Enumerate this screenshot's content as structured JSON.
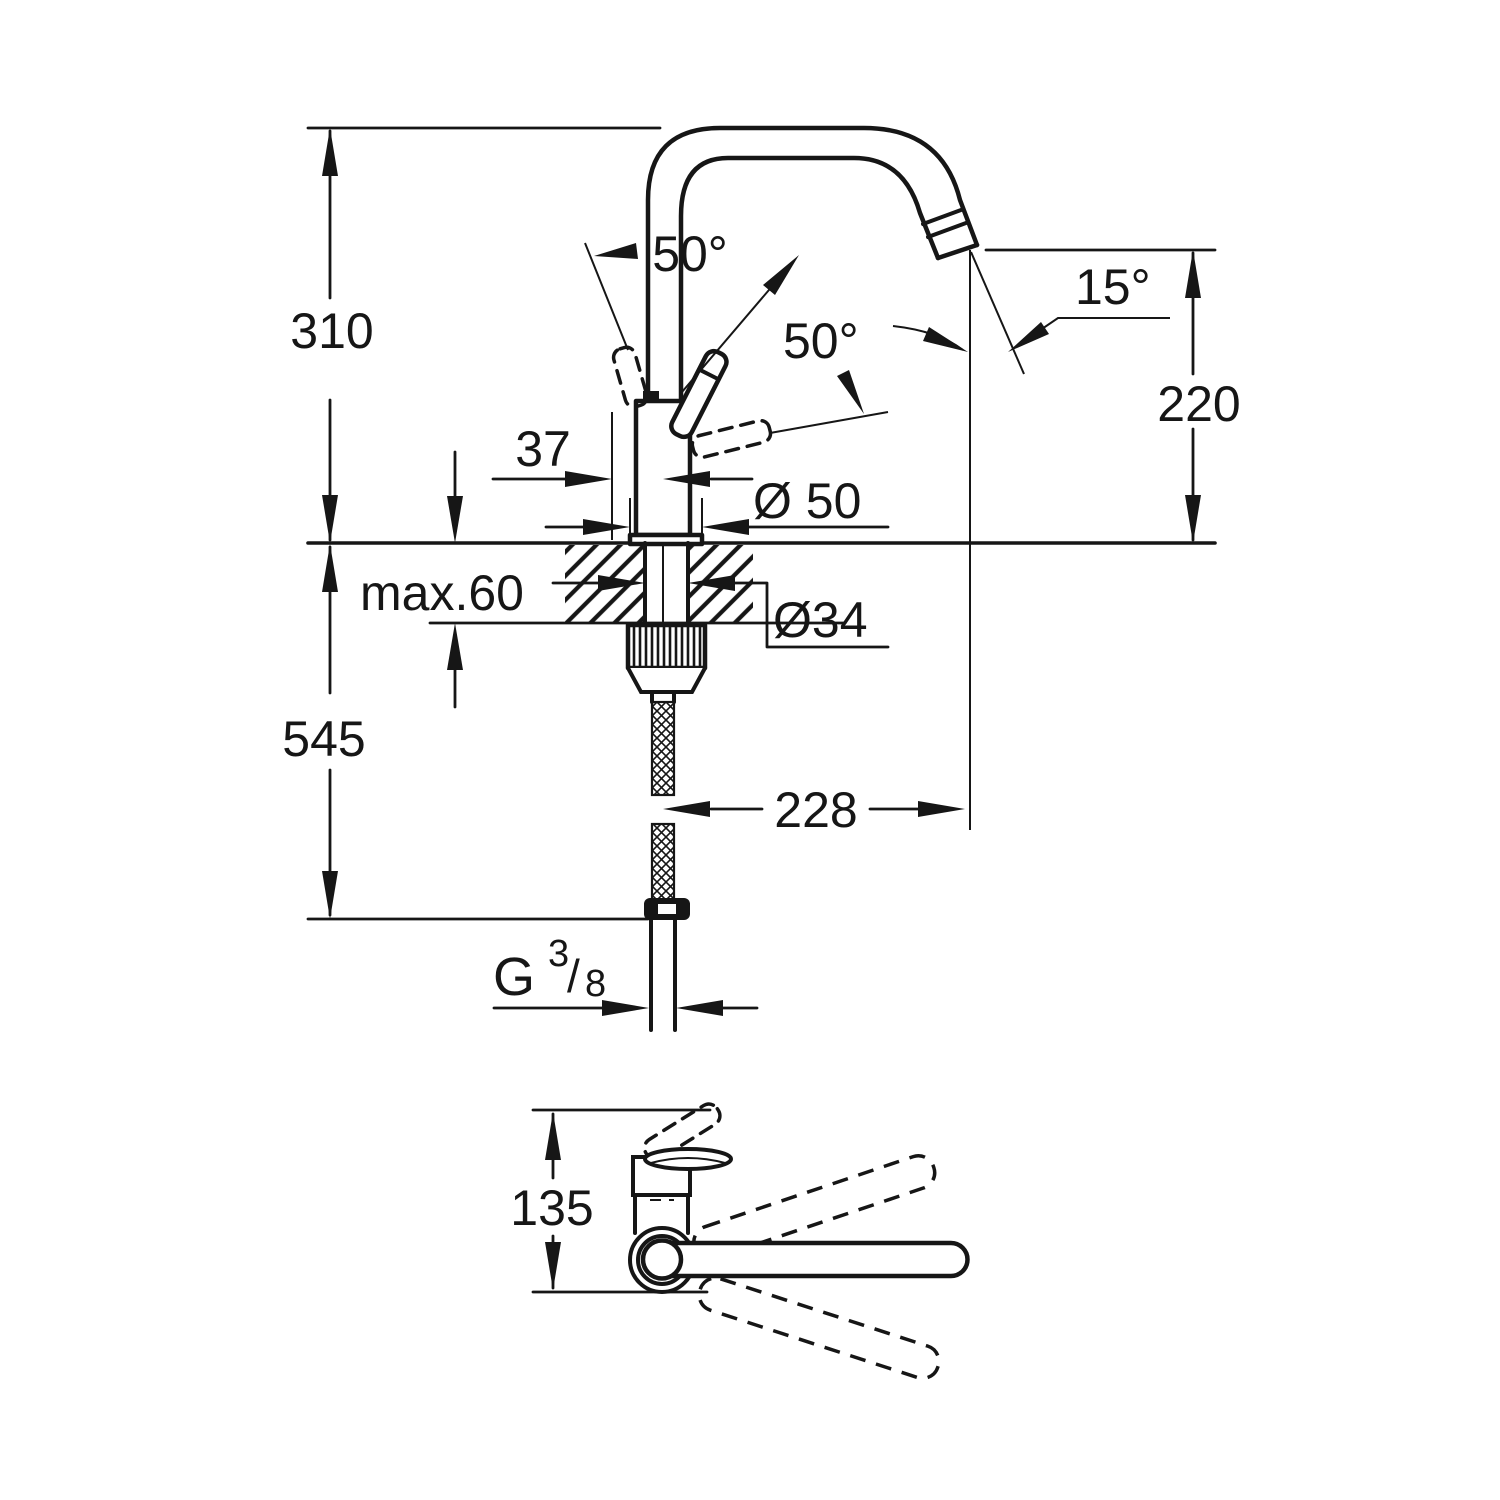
{
  "page": {
    "background_color": "#ffffff",
    "line_color": "#161616"
  },
  "drawing": {
    "kind": "technical-dimension-drawing",
    "subject": "single-lever kitchen faucet with high U-spout, front view and top view",
    "front_view": {
      "dim_height_upper": "310",
      "dim_total_height": "545",
      "dim_handle_angle_left": "50°",
      "dim_handle_angle_front": "50°",
      "dim_spout_tilt_angle": "15°",
      "dim_outlet_height": "220",
      "dim_handle_offset": "37",
      "dim_body_diameter": "Ø 50",
      "dim_max_deck_thickness": "max.60",
      "dim_hole_diameter": "Ø34",
      "dim_spout_reach": "228",
      "thread_prefix": "G",
      "thread_numerator": "3",
      "thread_slash": "/",
      "thread_denominator": "8"
    },
    "top_view": {
      "dim_body_depth": "135"
    }
  }
}
